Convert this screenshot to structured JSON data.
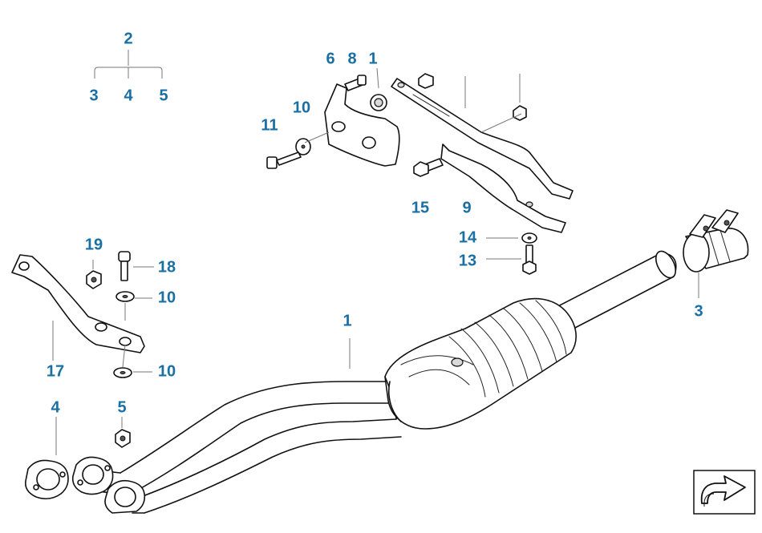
{
  "callouts": [
    {
      "id": "c-2",
      "label": "2"
    },
    {
      "id": "c-3a",
      "label": "3"
    },
    {
      "id": "c-4a",
      "label": "4"
    },
    {
      "id": "c-5a",
      "label": "5"
    },
    {
      "id": "c-6",
      "label": "6"
    },
    {
      "id": "c-8",
      "label": "8"
    },
    {
      "id": "c-1a",
      "label": "1"
    },
    {
      "id": "c-10a",
      "label": "10"
    },
    {
      "id": "c-11",
      "label": "11"
    },
    {
      "id": "c-15",
      "label": "15"
    },
    {
      "id": "c-9",
      "label": "9"
    },
    {
      "id": "c-14",
      "label": "14"
    },
    {
      "id": "c-13",
      "label": "13"
    },
    {
      "id": "c-3b",
      "label": "3"
    },
    {
      "id": "c-19",
      "label": "19"
    },
    {
      "id": "c-18",
      "label": "18"
    },
    {
      "id": "c-10b",
      "label": "10"
    },
    {
      "id": "c-1b",
      "label": "1"
    },
    {
      "id": "c-17",
      "label": "17"
    },
    {
      "id": "c-10c",
      "label": "10"
    },
    {
      "id": "c-4b",
      "label": "4"
    },
    {
      "id": "c-5b",
      "label": "5"
    }
  ],
  "colors": {
    "callout": "#1a6fa3",
    "line": "#111111",
    "background": "#ffffff"
  },
  "nav_icon": "curved-arrow-icon"
}
